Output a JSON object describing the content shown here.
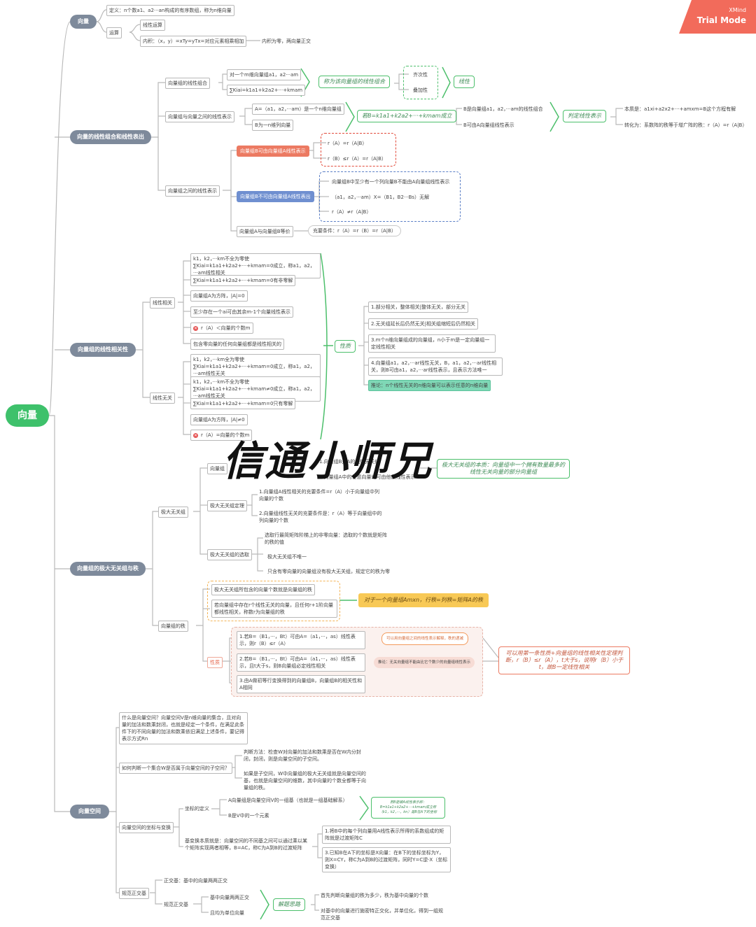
{
  "root": {
    "label": "向量"
  },
  "watermark": {
    "text": "信通小师兄"
  },
  "trial": {
    "brand": "XMind",
    "mode": "Trial Mode"
  },
  "colors": {
    "line": "#b9b9b9",
    "green": "#4cbf6b",
    "orange": "#f39a5b",
    "blue_dash": "#5b7fc6",
    "red_dash": "#e24b3b",
    "trial": "#f26b5b"
  },
  "s1": {
    "label": "向量",
    "def": "定义：n个数a1、a2···an构成的有序数组，称为n维向量",
    "op": "运算",
    "linear_op": "线性运算",
    "inner": "内积：（x，y）=xTy=yTx=对应元素相乘相加",
    "inner_note": "内积为零，两向量正交"
  },
  "s2": {
    "label": "向量的线性组合和线性表出",
    "lc": "向量组的线性组合",
    "lc_a": "对一个m维向量组a1，a2···am",
    "lc_b": "∑Kiai=k1a1+k2a2+···+kmam",
    "lc_called": "称为该向量组的线性组合",
    "homog": "齐次性",
    "additive": "叠加性",
    "linear": "线性",
    "vr": "向量组与向量之间的线性表示",
    "vr_a": "A=（a1，a2，···am）是一个n维向量组",
    "vr_b": "B为一n维列向量",
    "if": "若B=k1a1+k2a2+···+kmam成立",
    "b1": "B是向量组a1，a2，···am的线性组合",
    "b2": "B可由A向量组线性表示",
    "judge": "判定线性表示",
    "ess": "本质是：a1xi+a2x2+···+amxm=B这个方程有解",
    "conv": "转化为：系数阵的秩等于增广阵的秩：r（A）=r（A|B）",
    "gg": "向量组之间的线性表示",
    "red": "向量组B可由向量组A线性表示",
    "red1": "r（A）=r（A|B）",
    "red2": "r（B）≤r（A）=r（A|B）",
    "blue": "向量组B不可由向量组A线性表出",
    "blue1": "向量组B中至少有一个列向量B不能由A向量组线性表示",
    "blue2": "（a1，a2，···am）X=（B1，B2···Bs）无解",
    "blue3": "r（A）≠r（A|B）",
    "eq": "向量组A与向量组B等价",
    "eq_cond": "充要条件：r（A）=r（B）=r（A|B）"
  },
  "s3": {
    "label": "向量组的线性相关性",
    "dep": "线性相关",
    "d1": "k1，k2，···km不全为零使∑Kiai=k1a1+k2a2+···+kmam=0成立，称a1，a2，···am线性相关",
    "d2": "∑Kiai=k1a1+k2a2+···+kmam=0有非零解",
    "d3": "向量组A为方阵，|A|=0",
    "d4": "至少存在一个ai可由其余m-1个向量线性表示",
    "d5": "r（A）＜向量的个数m",
    "d6": "包含零向量的任何向量组都是线性相关的",
    "ind": "线性无关",
    "i1": "k1，k2，···km全为零使∑Kiai=k1a1+k2a2+···+kmam=0成立，称a1，a2，···am线性无关",
    "i2": "k1，k2，···km不全为零使∑Kiai=k1a1+k2a2+···+kmam≠0成立，称a1，a2，···am线性无关",
    "i3": "∑Kiai=k1a1+k2a2+···+kmam=0只有零解",
    "i4": "向量组A为方阵，|A|≠0",
    "i5": "r（A）=向量的个数m",
    "prop": "性质",
    "p1": "1.部分相关，整体相关|整体无关，部分无关",
    "p2": "2.无关组延长后仍然无关|相关组缩短后仍然相关",
    "p3": "3.m个n维向量组成的向量组，n小于m是一定向量组一定线性相关",
    "p4": "4.向量组a1，a2，···ar线性无关，B，a1，a2，···ar线性相关，则B可由a1，a2，···ar线性表示，且表示方法唯一",
    "p5": "推论：n个线性无关的n维向量可以表示任意的n维向量"
  },
  "s4": {
    "label": "向量组的极大无关组与秩",
    "mx": "极大无关组",
    "mx_def": "向量组",
    "mx_def1": "1.向量组B是A的线性无关组",
    "mx_def2": "2.向量组A中的任意向量均可由他们线性表示",
    "mx_ess": "极大无关组的本质：向量组中一个拥有数量最多的线性无关向量的部分向量组",
    "thm": "极大无关组定理",
    "thm1": "1.向量组A线性相关的充要条件=r（A）小于向量组中列向量的个数",
    "thm2": "2.向量组线性无关的充要条件是：r（A）等于向量组中的列向量的个数",
    "sel": "极大无关组的选取",
    "sel1": "选取行最简矩阵阶梯上的非零向量：选取的个数就是矩阵的秩的值",
    "sel2": "极大无关组不唯一",
    "sel3": "只含有零向量的向量组没有极大无关组，规定它的秩为零",
    "rank": "向量组的秩",
    "r1": "极大无关组所包含的向量个数就是向量组的秩",
    "r2": "若向量组中存在r个线性无关的向量，且任何r+1阶向量都线性相关，称数r为向量组的秩",
    "rk_note": "对于一个向量组Amxn，行秩=列秩=矩阵A的秩",
    "prop": "性质",
    "q1": "1.若B=（B1，···，Bt）可由A=（a1，···，as）线性表示，则r（B）≤r（A）",
    "q1n": "可以用向量组之间的线性表示解释，秩的递减",
    "q2": "2.若B=（B1，···，Bt）可由A=（a1，···，as）线性表示，且t大于s，则B向量组必定线性相关",
    "q2n": "推论：无关向量组不能由比它个数少的向量组线性表示",
    "q3": "3.由A做初等行变换得到的向量组B，向量组B的相关性和A相同",
    "big": "可以用第一条性质+向量组的线性相关性定理判断，r（B）≤r（A），t大于s，说明r（B）小于t，故B一定线性相关"
  },
  "s5": {
    "label": "向量空间",
    "what": "什么是向量空间？向量空间V是n维向量的集合，且对向量的加法和数乘封闭，也就是经定一个条件，在满足此条件下的不同向量的加法和数乘依旧满足上述条件，要记得表示方式Rn",
    "sub": "如何判断一个集合W是否属于向量空间的子空间？",
    "sub1": "判断方法：检查W对向量的加法和数乘是否在W内分封闭，封闭，则是向量空间的子空间。",
    "sub2": "如果是子空间，W中向量组的极大无关组就是向量空间的基，也就是向量空间的维数，其中向量的个数全都等于向量组的秩。",
    "coord": "向量空间的坐标与变换",
    "cdef": "坐标的定义",
    "c1": "A向量组是向量空间V的一组基（也就是一组基础解系）",
    "c2": "B是V中的一个元素",
    "cnote": "若B能被A线性表示即：B=k1a1+k2a2+···+kmam成立称（k1，k2，···，kn）是B在A下的坐标",
    "basis": "基变换本质就是：向量空间的不同基之间可以通过乘以某个矩阵实现两者相等，B=AC，称C为A到B的过渡矩阵",
    "b1": "1.将B中的每个列向量用A线性表示所得的系数组成的矩阵就是过渡矩阵C",
    "b2": "3.已知B在A下的坐标是X向量：在B下的坐标坐标为Y，则X=CY，称C为A到B的过渡矩阵，同时Y=C逆·X（坐标变换）",
    "orth": "规范正交基",
    "o1": "正交基：基中的向量两两正交",
    "o2": "规范正交基",
    "o2a": "基中向量两两正交",
    "o2b": "且均为单位向量",
    "idea": "解题思路",
    "idea1": "首先判断向量组的秩为多少，秩为基中向量的个数",
    "idea2": "对基中的向量进行施密特正交化，并单位化，得到一组规范正交基"
  }
}
